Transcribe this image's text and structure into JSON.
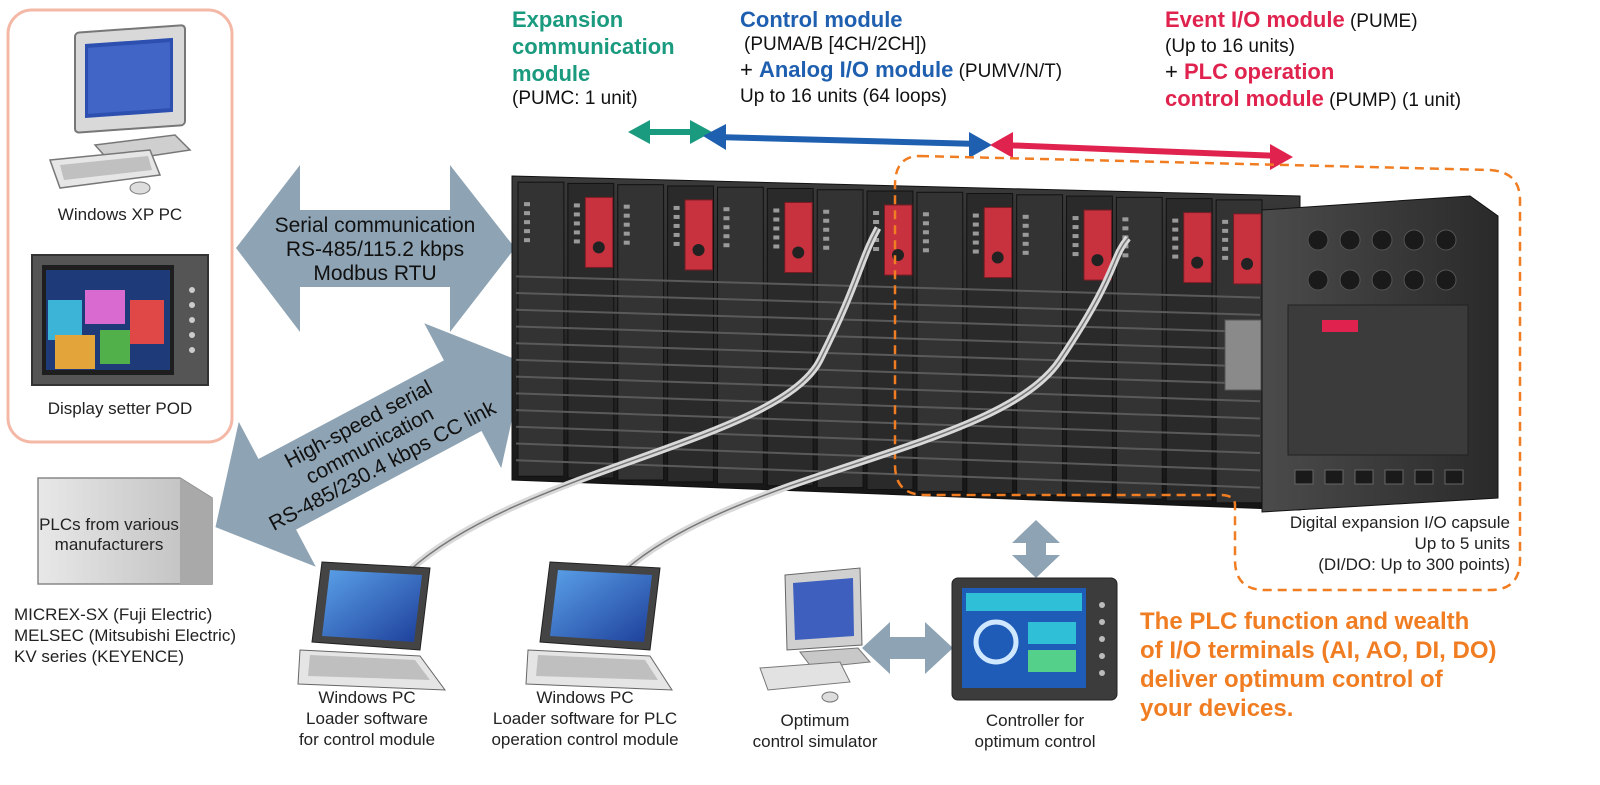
{
  "colors": {
    "teal": "#1a9a7e",
    "blue": "#1f5fb0",
    "crimson": "#e0234e",
    "orange": "#f07d22",
    "arrow_gray": "#8ea3b3",
    "pc_box_border": "#f4b8a6"
  },
  "headers": {
    "expansion": {
      "title_line1": "Expansion",
      "title_line2": "communication",
      "title_line3": "module",
      "detail": "(PUMC: 1 unit)"
    },
    "control": {
      "title": "Control module",
      "detail1": "(PUMA/B [4CH/2CH])",
      "plus": "+ ",
      "analog_title": "Analog I/O module",
      "analog_detail": " (PUMV/N/T)",
      "detail2": "Up to 16 units (64 loops)"
    },
    "event": {
      "title": "Event I/O module",
      "detail1": " (PUME)",
      "detail2": "(Up to 16 units)",
      "plus": "+ ",
      "plc_title_line1": "PLC operation",
      "plc_title_line2": "control module",
      "plc_detail": " (PUMP) (1 unit)"
    }
  },
  "left_devices": {
    "pc_label": "Windows XP PC",
    "pod_label": "Display setter POD",
    "plc_box_line1": "PLCs from various",
    "plc_box_line2": "manufacturers",
    "plc_list": [
      "MICREX-SX (Fuji Electric)",
      "MELSEC (Mitsubishi Electric)",
      "KV series (KEYENCE)"
    ]
  },
  "comm_arrows": {
    "serial": [
      "Serial communication",
      "RS-485/115.2 kbps",
      "Modbus RTU"
    ],
    "highspeed": [
      "High-speed serial",
      "communication",
      "RS-485/230.4 kbps CC link"
    ]
  },
  "bottom_devices": {
    "laptop1": [
      "Windows PC",
      "Loader software",
      "for control module"
    ],
    "laptop2": [
      "Windows PC",
      "Loader software for PLC",
      "operation control module"
    ],
    "simulator": [
      "Optimum",
      "control simulator"
    ],
    "controller": [
      "Controller for",
      "optimum control"
    ]
  },
  "capsule": {
    "line1": "Digital expansion I/O capsule",
    "line2": "Up to 5 units",
    "line3": "(DI/DO: Up to 300 points)"
  },
  "tagline": [
    "The PLC function and wealth",
    "of I/O terminals (AI, AO, DI, DO)",
    "deliver optimum control of",
    "your devices."
  ]
}
